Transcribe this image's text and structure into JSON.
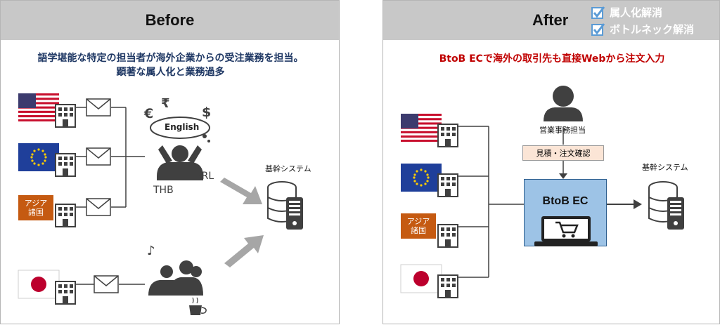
{
  "before": {
    "title": "Before",
    "headline_line1": "語学堪能な特定の担当者が海外企業からの受注業務を担当。",
    "headline_line2": "顕著な属人化と業務過多",
    "asia_line1": "アジア",
    "asia_line2": "諸国",
    "speech_word": "English",
    "currency_symbols": [
      "€",
      "₹",
      "$"
    ],
    "currency_thb": "THB",
    "currency_brl": "BRL",
    "system_label": "基幹システム",
    "music_note": "♪"
  },
  "after": {
    "title": "After",
    "checks": [
      "属人化解消",
      "ボトルネック解消"
    ],
    "headline": "BtoB ECで海外の取引先も直接Webから注文入力",
    "sales_label": "営業事務担当",
    "estimate_label": "見積・注文確認",
    "btob_label": "BtoB EC",
    "system_label": "基幹システム",
    "asia_line1": "アジア",
    "asia_line2": "諸国"
  },
  "colors": {
    "header_bg": "#c8c8c8",
    "before_headline": "#1f3864",
    "after_headline": "#c00000",
    "asia_bg": "#c55a11",
    "btob_bg": "#9dc3e6",
    "estimate_bg": "#fbe5d6",
    "check_icon": "#5b9bd5",
    "icon_dark": "#404040"
  },
  "icons": [
    "us-flag-icon",
    "eu-flag-icon",
    "japan-flag-icon",
    "building-icon",
    "envelope-icon",
    "stressed-person-icon",
    "group-icon",
    "coffee-icon",
    "server-icon",
    "person-icon",
    "laptop-cart-icon",
    "checkbox-icon",
    "arrow-icon"
  ]
}
